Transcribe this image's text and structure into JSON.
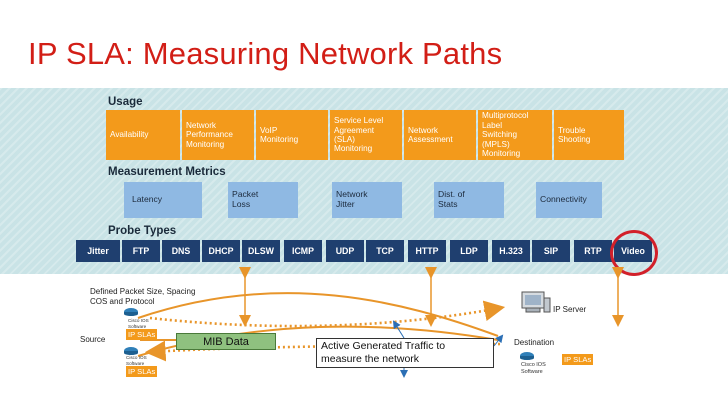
{
  "title": "IP SLA: Measuring Network Paths",
  "sections": {
    "usage": "Usage",
    "metrics": "Measurement Metrics",
    "probes": "Probe Types"
  },
  "usage_items": [
    [
      "Availability"
    ],
    [
      "Network",
      "Performance",
      "Monitoring"
    ],
    [
      "VoIP",
      "Monitoring"
    ],
    [
      "Service Level",
      "Agreement",
      "(SLA)",
      "Monitoring"
    ],
    [
      "Network",
      "Assessment"
    ],
    [
      "Multiprotocol",
      "Label",
      "Switching",
      "(MPLS)",
      "Monitoring"
    ],
    [
      "Trouble",
      "Shooting"
    ]
  ],
  "metric_items": [
    [
      "Latency"
    ],
    [
      "Packet",
      "Loss"
    ],
    [
      "Network",
      "Jitter"
    ],
    [
      "Dist. of",
      "Stats"
    ],
    [
      "Connectivity"
    ]
  ],
  "probe_items": [
    "Jitter",
    "FTP",
    "DNS",
    "DHCP",
    "DLSW",
    "ICMP",
    "UDP",
    "TCP",
    "HTTP",
    "LDP",
    "H.323",
    "SIP",
    "RTP",
    "Video"
  ],
  "lower": {
    "defined": [
      "Defined Packet Size, Spacing",
      "COS and Protocol"
    ],
    "source": "Source",
    "destination": "Destination",
    "ip_server": "IP Server",
    "mib_data": "MIB Data",
    "active_traffic": [
      "Active Generated Traffic to",
      "measure the network"
    ],
    "ipsla_label": "IP SLAs",
    "cisco_ios": [
      "Cisco IOS",
      "Software"
    ]
  },
  "colors": {
    "title": "#d21e16",
    "usage": "#f39a1b",
    "metrics": "#8fb9e3",
    "probes": "#1f3f6f",
    "highlight": "#d2202a",
    "arrows": "#e8952a"
  }
}
